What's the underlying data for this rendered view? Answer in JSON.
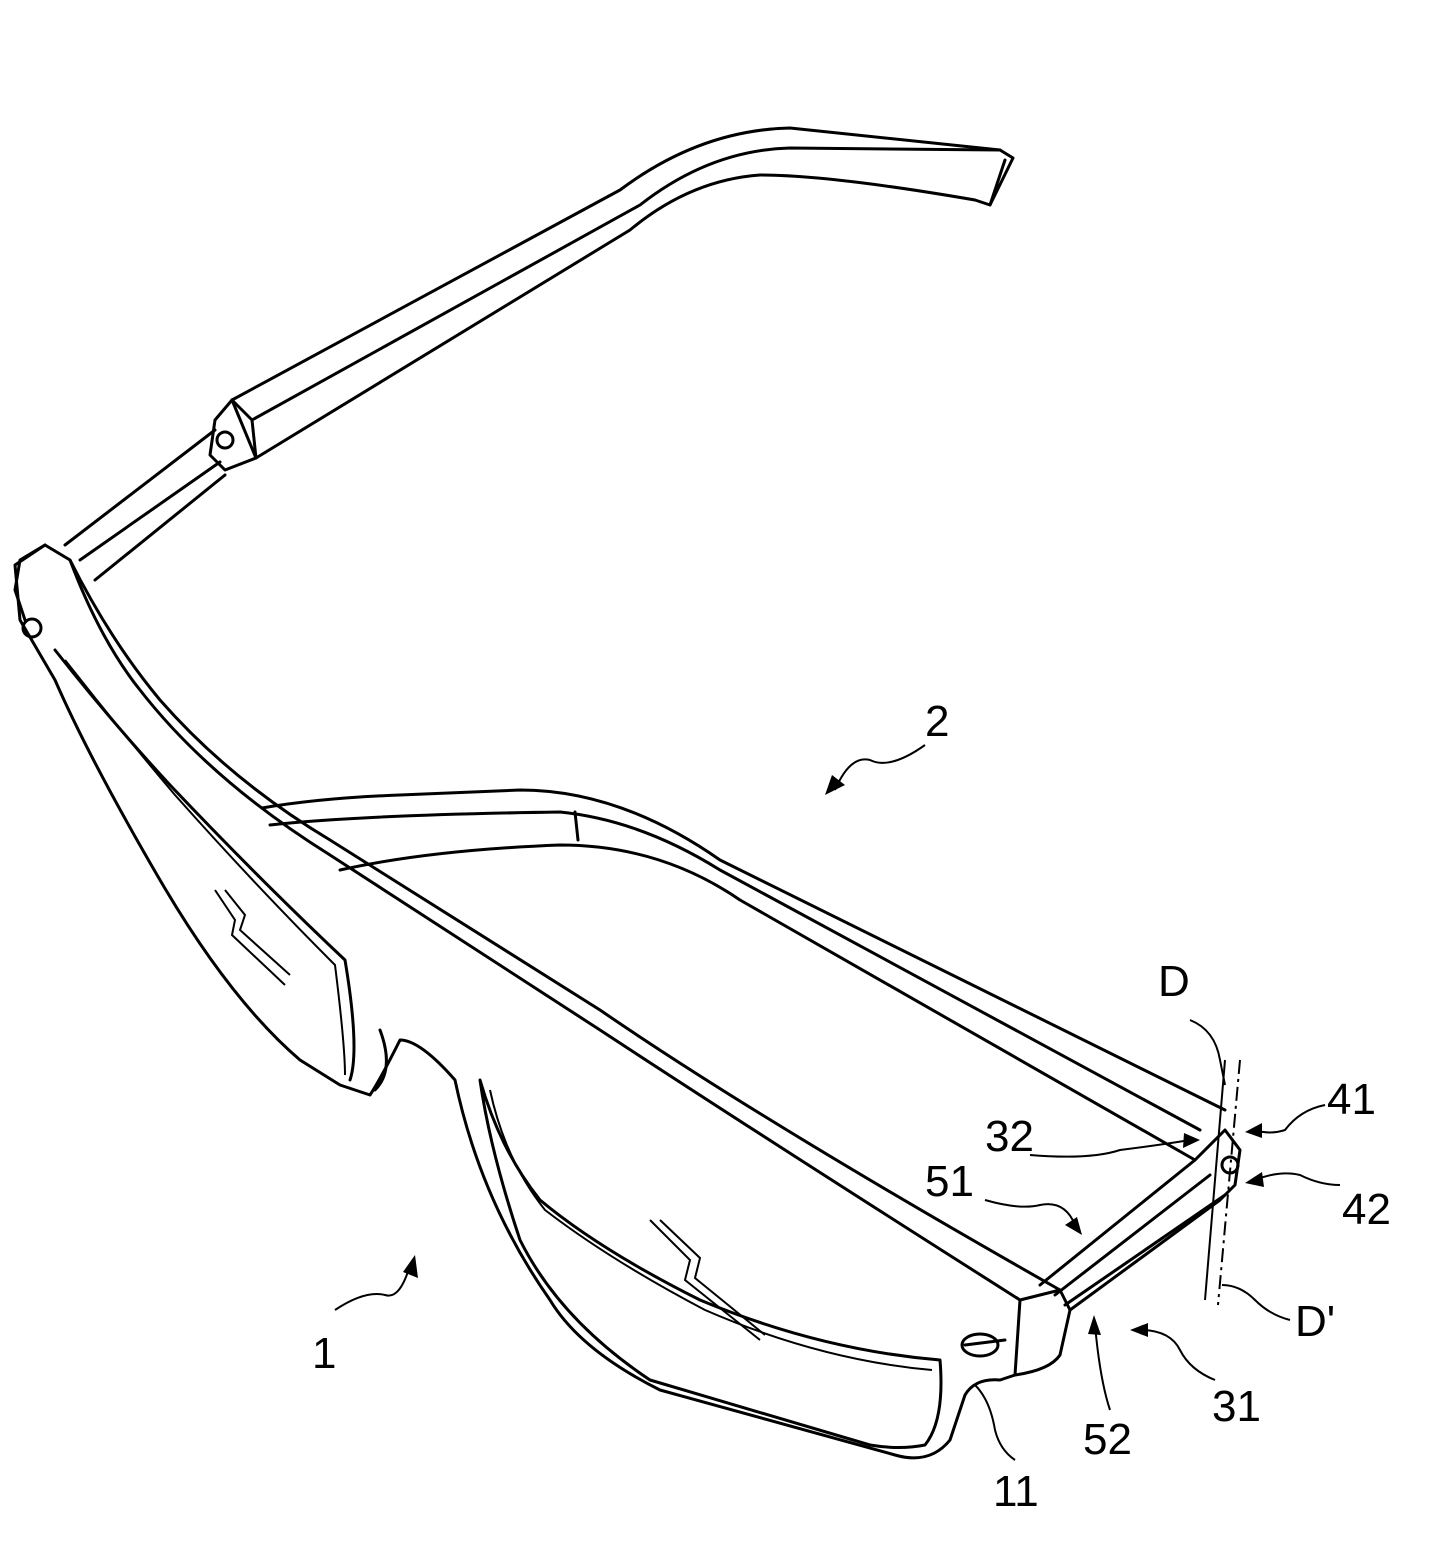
{
  "figure": {
    "reference_labels": {
      "glasses": "2",
      "front_frame": "1",
      "hinge_pin": "11",
      "temple_inner": "52",
      "temple_arm": "31",
      "axis_bottom": "D'",
      "joint_lower": "42",
      "joint_upper": "41",
      "axis_top": "D",
      "temple_edge": "32",
      "temple_top": "51"
    }
  }
}
